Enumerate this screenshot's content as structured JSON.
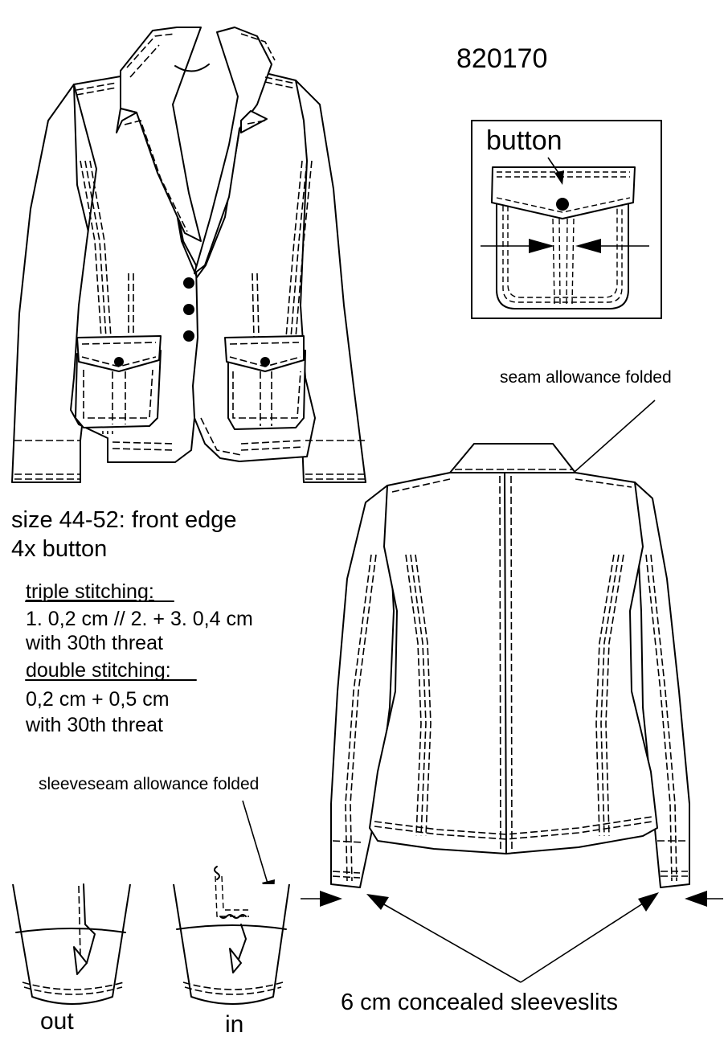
{
  "style_number": "820170",
  "labels": {
    "button": "button",
    "seam_allowance": "seam allowance folded",
    "size_note_line1": "size 44-52: front edge",
    "size_note_line2": "4x button",
    "triple_title": "triple stitching:",
    "triple_line1": "1. 0,2 cm // 2. + 3. 0,4 cm",
    "triple_line2": "with 30th threat",
    "double_title": "double stitching:",
    "double_line1": "0,2 cm  +  0,5 cm",
    "double_line2": "with 30th threat",
    "sleeveseam": "sleeveseam allowance folded",
    "sleeveslits": "6 cm concealed sleeveslits",
    "out": "out",
    "in": "in"
  },
  "icons": {
    "front_view": "jacket-front-icon",
    "back_view": "jacket-back-icon",
    "pocket_detail": "pocket-detail-icon",
    "cuff_out": "sleeve-cuff-out-icon",
    "cuff_in": "sleeve-cuff-in-icon"
  },
  "colors": {
    "ink": "#000000",
    "paper": "#ffffff"
  }
}
